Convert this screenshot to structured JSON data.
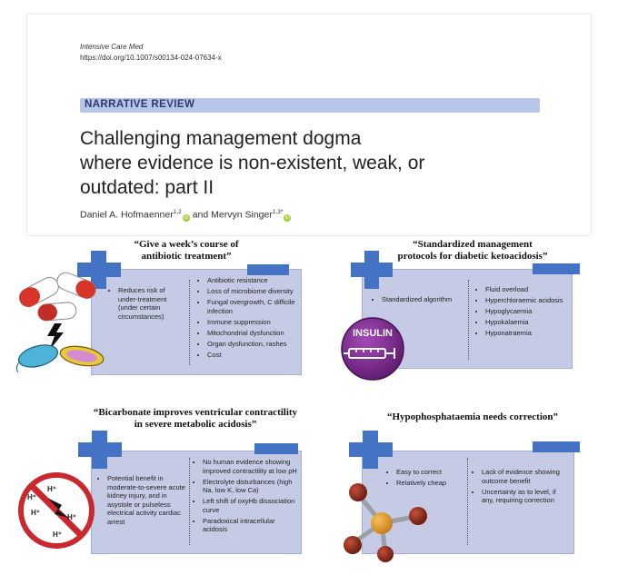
{
  "header": {
    "journal": "Intensive Care Med",
    "doi": "https://doi.org/10.1007/s00134-024-07634-x",
    "section_label": "NARRATIVE REVIEW",
    "title_lines": [
      "Challenging management dogma",
      "where evidence is non-existent, weak, or",
      "outdated: part II"
    ],
    "authors": {
      "author1": "Daniel A. Hofmaenner",
      "author1_sup": "1,2",
      "connector": " and ",
      "author2": "Mervyn Singer",
      "author2_sup": "1,3*"
    }
  },
  "panels": [
    {
      "title_lines": [
        "“Give a week’s course of",
        "antibiotic treatment”"
      ],
      "pros": [
        "Reduces risk of under-treatment (under certain circumstances)"
      ],
      "cons": [
        "Antibiotic resistance",
        "Loss of microbiome diversity",
        "Fungal overgrowth, C difficile infection",
        "Immune suppression",
        "Mitochondrial dysfunction",
        "Organ dysfunction, rashes",
        "Cost"
      ]
    },
    {
      "title_lines": [
        "“Standardized management",
        "protocols for diabetic ketoacidosis”"
      ],
      "pros": [
        "Standardized algorithm"
      ],
      "cons": [
        "Fluid overload",
        "Hyperchloraemic acidosis",
        "Hypoglycaemia",
        "Hypokalaemia",
        "Hyponatraemia"
      ],
      "icon_text": "INSULIN"
    },
    {
      "title_lines": [
        "“Bicarbonate improves ventricular contractility",
        "in severe metabolic acidosis”"
      ],
      "pros": [
        "Potential benefit in moderate-to-severe acute kidney injury, and in asystole or pulseless electrical activity cardiac arrest"
      ],
      "cons": [
        "No human evidence showing improved contractility at low pH",
        "Electrolyte disturbances (high Na, low K, low Ca)",
        "Left shift of oxyHb dissociation curve",
        "Paradoxical intracellular acidosis"
      ],
      "icon_text": "H⁺"
    },
    {
      "title_lines": [
        "“Hypophosphataemia needs correction”"
      ],
      "pros": [
        "Easy to correct",
        "Relatively cheap"
      ],
      "cons": [
        "Lack of evidence showing outcome benefit",
        "Uncertainty as to level, if any, requiring correction"
      ]
    }
  ],
  "colors": {
    "panel_bg": "#c6cbe5",
    "accent_blue": "#4472c4",
    "section_bar": "#b9c4ea",
    "insulin_purple": "#7b2a8c",
    "stop_red": "#c8282e"
  }
}
